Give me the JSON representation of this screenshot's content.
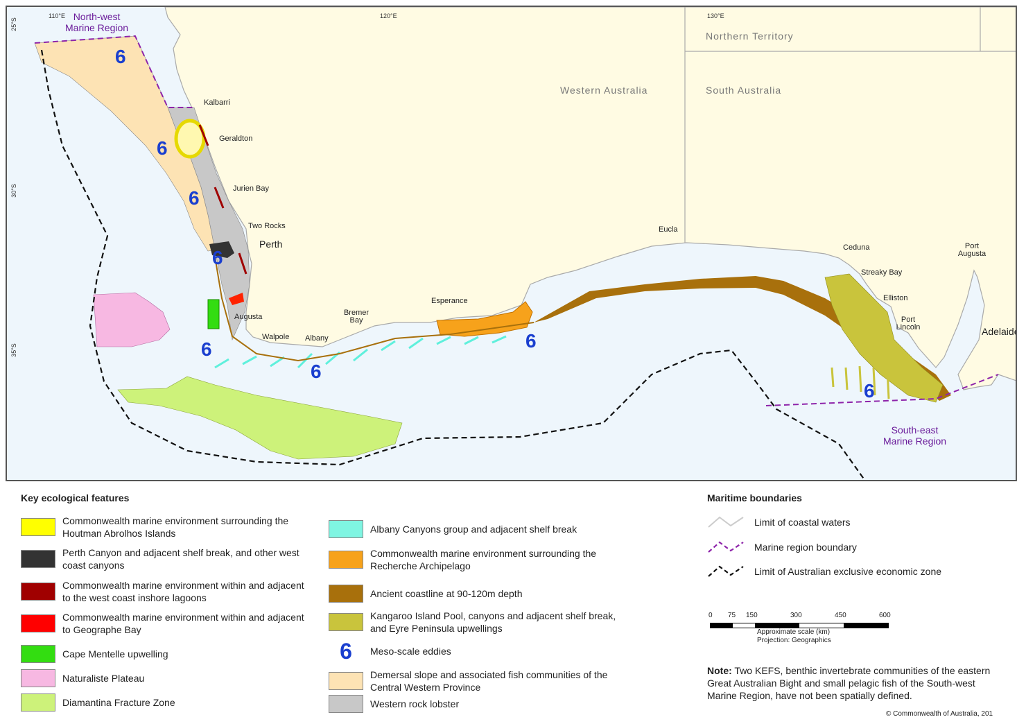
{
  "map": {
    "grid": {
      "lon_110": "110°E",
      "lon_120": "120°E",
      "lon_130": "130°E",
      "lat_25": "25°S",
      "lat_30": "30°S",
      "lat_35": "35°S"
    },
    "states": {
      "wa": "Western Australia",
      "sa": "South Australia",
      "nt": "Northern Territory"
    },
    "regions": {
      "nw": "North-west\nMarine Region",
      "se": "South-east\nMarine Region"
    },
    "places": [
      "Kalbarri",
      "Geraldton",
      "Jurien Bay",
      "Two Rocks",
      "Perth",
      "Augusta",
      "Walpole",
      "Albany",
      "Bremer Bay",
      "Esperance",
      "Eucla",
      "Ceduna",
      "Streaky Bay",
      "Elliston",
      "Port Lincoln",
      "Port Augusta",
      "Adelaide"
    ],
    "eddy_glyph": "6"
  },
  "legend": {
    "kef_title": "Key ecological features",
    "kef": [
      {
        "label": "Commonwealth marine environment surrounding the Houtman Abrolhos Islands",
        "color": "#ffff00"
      },
      {
        "label": "Perth Canyon and adjacent shelf break, and other west coast canyons",
        "color": "#333333"
      },
      {
        "label": "Commonwealth marine environment within and adjacent to the west coast inshore lagoons",
        "color": "#a00000"
      },
      {
        "label": "Commonwealth marine environment within and adjacent to Geographe Bay",
        "color": "#ff0000"
      },
      {
        "label": "Cape Mentelle upwelling",
        "color": "#33dd11"
      },
      {
        "label": "Naturaliste Plateau",
        "color": "#f7b8e2"
      },
      {
        "label": "Diamantina Fracture Zone",
        "color": "#cdf27a"
      },
      {
        "label": "Albany Canyons group and adjacent shelf break",
        "color": "#7ff5e2"
      },
      {
        "label": "Commonwealth marine environment surrounding the Recherche Archipelago",
        "color": "#f7a21b"
      },
      {
        "label": "Ancient coastline at 90-120m depth",
        "color": "#a8700c"
      },
      {
        "label": "Kangaroo Island Pool, canyons and adjacent shelf break, and Eyre Peninsula upwellings",
        "color": "#c9c43c"
      },
      {
        "label": "Meso-scale eddies",
        "color": ""
      },
      {
        "label": "Demersal slope and associated fish communities of the Central Western Province",
        "color": "#fde3b4"
      },
      {
        "label": "Western rock lobster",
        "color": "#c8c8c8"
      }
    ],
    "mb_title": "Maritime boundaries",
    "mb": [
      {
        "label": "Limit of coastal waters"
      },
      {
        "label": "Marine region boundary",
        "color": "#8e24aa"
      },
      {
        "label": "Limit of  Australian exclusive economic zone",
        "color": "#111111"
      }
    ],
    "scale": {
      "ticks": [
        "0",
        "75",
        "150",
        "300",
        "450",
        "600"
      ],
      "caption": "Approximate scale (km)",
      "projection": "Projection: Geographics"
    },
    "note_bold": "Note:",
    "note": " Two KEFS, benthic invertebrate communities of the eastern Great Australian Bight and small pelagic fish of the South-west Marine Region, have not been spatially defined.",
    "copyright": "© Commonwealth of Australia, 201"
  }
}
